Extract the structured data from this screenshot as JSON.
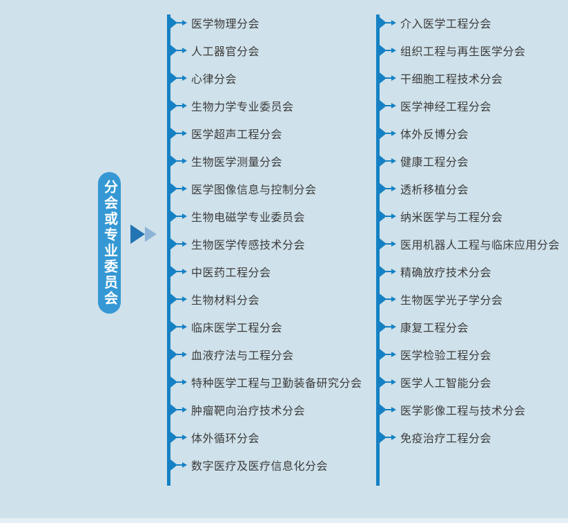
{
  "page": {
    "background": "#cfe1ea",
    "footer_strip_color": "#e6eff5"
  },
  "root_label": {
    "text": "分会或专业委员会",
    "bg_color": "#3598d4",
    "text_color": "#ffffff"
  },
  "connector": {
    "arrow_dark_color": "#2274b2",
    "arrow_light_color": "#8db3d8"
  },
  "tree": {
    "line_color": "#1581c4",
    "item_text_color": "#3b3b3b",
    "columns": [
      {
        "items": [
          "医学物理分会",
          "人工器官分会",
          "心律分会",
          "生物力学专业委员会",
          "医学超声工程分会",
          "生物医学测量分会",
          "医学图像信息与控制分会",
          "生物电磁学专业委员会",
          "生物医学传感技术分会",
          "中医药工程分会",
          "生物材料分会",
          "临床医学工程分会",
          "血液疗法与工程分会",
          "特种医学工程与卫勤装备研究分会",
          "肿瘤靶向治疗技术分会",
          "体外循环分会",
          "数字医疗及医疗信息化分会"
        ]
      },
      {
        "items": [
          "介入医学工程分会",
          "组织工程与再生医学分会",
          "干细胞工程技术分会",
          "医学神经工程分会",
          "体外反博分会",
          "健康工程分会",
          "透析移植分会",
          "纳米医学与工程分会",
          "医用机器人工程与临床应用分会",
          "精确放疗技术分会",
          "生物医学光子学分会",
          "康复工程分会",
          "医学检验工程分会",
          "医学人工智能分会",
          "医学影像工程与技术分会",
          "免疫治疗工程分会"
        ]
      }
    ]
  }
}
